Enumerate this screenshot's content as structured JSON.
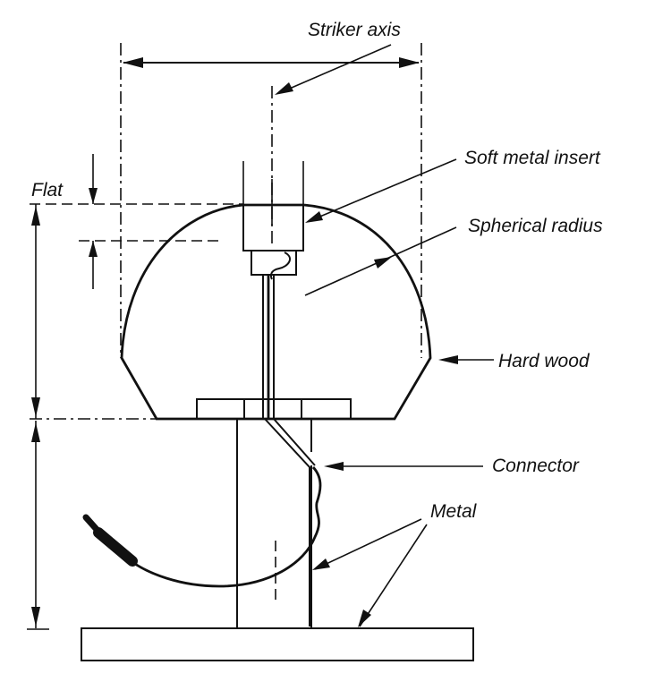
{
  "diagram": {
    "title": "Striker (pendulum hammer) assembly cross-section",
    "colors": {
      "ink": "#111111",
      "background": "#ffffff"
    },
    "labels": {
      "striker_axis": "Striker axis",
      "soft_metal_insert": "Soft metal insert",
      "spherical_radius": "Spherical radius",
      "flat": "Flat",
      "hard_wood": "Hard wood",
      "connector": "Connector",
      "metal": "Metal"
    }
  }
}
